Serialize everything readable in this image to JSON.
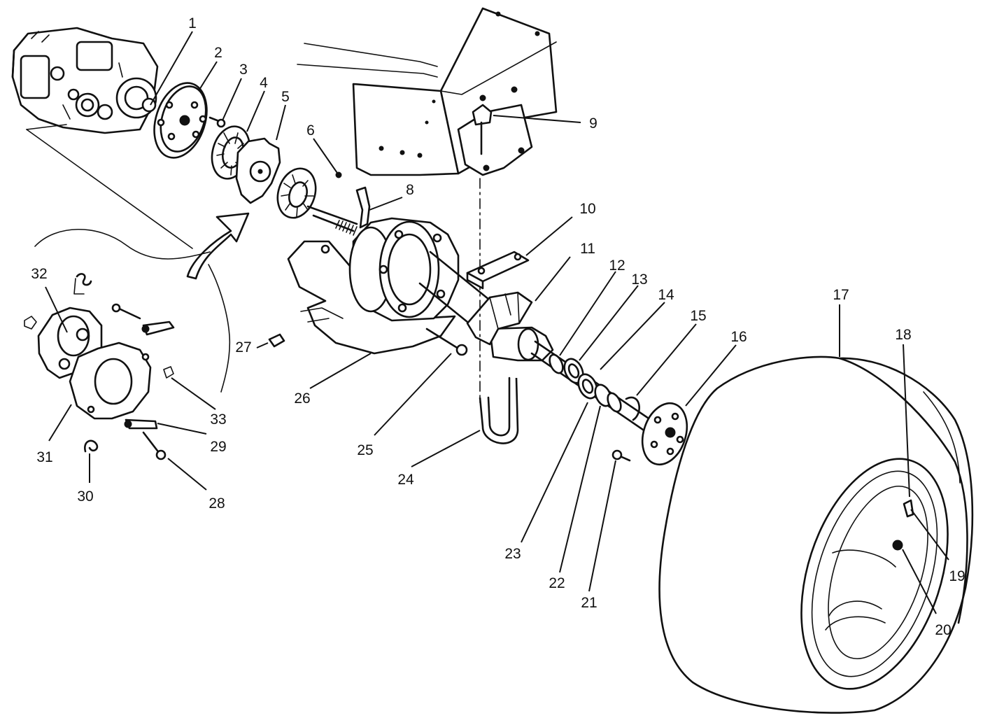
{
  "callouts": [
    {
      "id": "1",
      "label": "1"
    },
    {
      "id": "2",
      "label": "2"
    },
    {
      "id": "3",
      "label": "3"
    },
    {
      "id": "4",
      "label": "4"
    },
    {
      "id": "5",
      "label": "5"
    },
    {
      "id": "6",
      "label": "6"
    },
    {
      "id": "8",
      "label": "8"
    },
    {
      "id": "9",
      "label": "9"
    },
    {
      "id": "10",
      "label": "10"
    },
    {
      "id": "11",
      "label": "11"
    },
    {
      "id": "12",
      "label": "12"
    },
    {
      "id": "13",
      "label": "13"
    },
    {
      "id": "14",
      "label": "14"
    },
    {
      "id": "15",
      "label": "15"
    },
    {
      "id": "16",
      "label": "16"
    },
    {
      "id": "17",
      "label": "17"
    },
    {
      "id": "18",
      "label": "18"
    },
    {
      "id": "19",
      "label": "19"
    },
    {
      "id": "20",
      "label": "20"
    },
    {
      "id": "21",
      "label": "21"
    },
    {
      "id": "22",
      "label": "22"
    },
    {
      "id": "23",
      "label": "23"
    },
    {
      "id": "24",
      "label": "24"
    },
    {
      "id": "25",
      "label": "25"
    },
    {
      "id": "26",
      "label": "26"
    },
    {
      "id": "27",
      "label": "27"
    },
    {
      "id": "28",
      "label": "28"
    },
    {
      "id": "29",
      "label": "29"
    },
    {
      "id": "30",
      "label": "30"
    },
    {
      "id": "31",
      "label": "31"
    },
    {
      "id": "32",
      "label": "32"
    },
    {
      "id": "33",
      "label": "33"
    }
  ],
  "colors": {
    "ink": "#111111",
    "background": "#ffffff"
  }
}
